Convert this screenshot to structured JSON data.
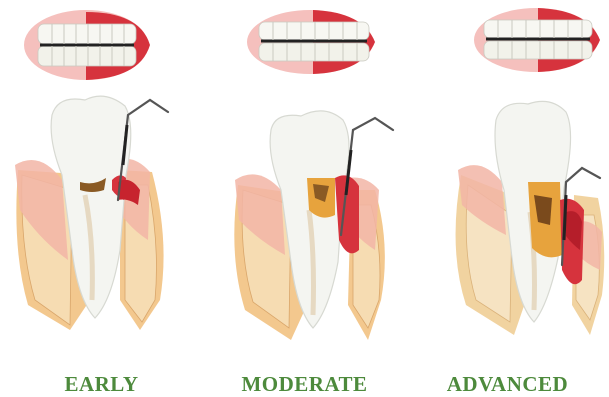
{
  "stages": [
    {
      "label": "EARLY",
      "key": "early"
    },
    {
      "label": "MODERATE",
      "key": "moderate"
    },
    {
      "label": "ADVANCED",
      "key": "advanced"
    }
  ],
  "colors": {
    "label_green": "#4d8a3c",
    "gum_red": "#d6333d",
    "gum_pink": "#f2b5a6",
    "tooth_white": "#f4f5f1",
    "bone": "#f1d3a0",
    "tartar_brown": "#8a5a24",
    "probe_gray": "#555555"
  },
  "icons": [
    "smile-icon",
    "tooth-cross-section-icon",
    "dental-probe-icon"
  ]
}
